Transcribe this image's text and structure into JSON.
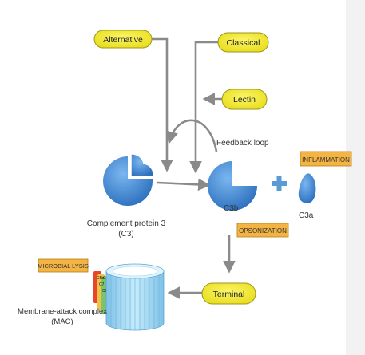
{
  "pathways": {
    "alternative": "Alternative",
    "classical": "Classical",
    "lectin": "Lectin",
    "terminal": "Terminal"
  },
  "labels": {
    "feedback_loop": "Feedback loop",
    "complement_line1": "Complement protein 3",
    "complement_line2": "(C3)",
    "c3b": "C3b",
    "c3a": "C3a",
    "mac_line1": "Membrane-attack complex",
    "mac_line2": "(MAC)",
    "c5b": "C5b",
    "c6": "C6",
    "c7": "C7",
    "c8": "C8"
  },
  "outcomes": {
    "inflammation": "INFLAMMATION",
    "opsonization": "OPSONIZATION",
    "microbial_lysis": "MICROBIAL LYSIS"
  },
  "colors": {
    "pill_fill": "#f5ec2a",
    "pill_stroke": "#9c9620",
    "orange_box": "#f3b443",
    "protein_blue": "#3d86d6",
    "arrow_gray": "#8a8a8a",
    "plus_blue": "#5b9bd5",
    "mac_blue": "#a8d8f0"
  }
}
